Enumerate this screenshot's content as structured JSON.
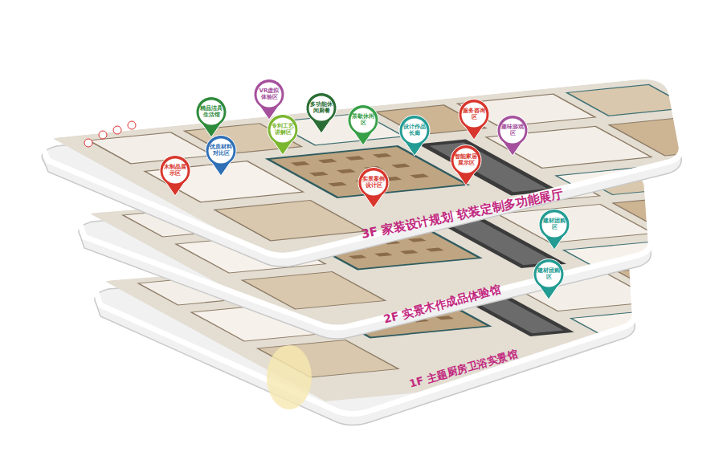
{
  "diagram": {
    "nodes": [
      {
        "text": [
          "木制品展示区"
        ]
      },
      {
        "text": [
          "优质材料对比区"
        ]
      },
      {
        "text": [
          "精品洁具生活馆"
        ]
      },
      {
        "text": [
          "专利工艺讲解区"
        ]
      },
      {
        "text": [
          "VR虚拟体验区"
        ]
      },
      {
        "text": [
          "多功能休闲厨餐"
        ]
      },
      {
        "text": [
          "茶歇休闲区"
        ]
      },
      {
        "text": [
          "实景案例设计区"
        ]
      },
      {
        "text": [
          "设计作品长廊"
        ]
      },
      {
        "text": [
          "智能家居展示区"
        ]
      },
      {
        "text": [
          "服务咨询区"
        ]
      },
      {
        "text": [
          "趣味游戏区"
        ]
      },
      {
        "text": [
          "建材团购区"
        ]
      },
      {
        "text": [
          "建材团购区"
        ]
      }
    ],
    "labels": [
      "3F 家装设计规划 软装定制多功能展厅",
      "2F 实景木作成品体验馆",
      "1F 主题厨房卫浴实景馆"
    ]
  }
}
